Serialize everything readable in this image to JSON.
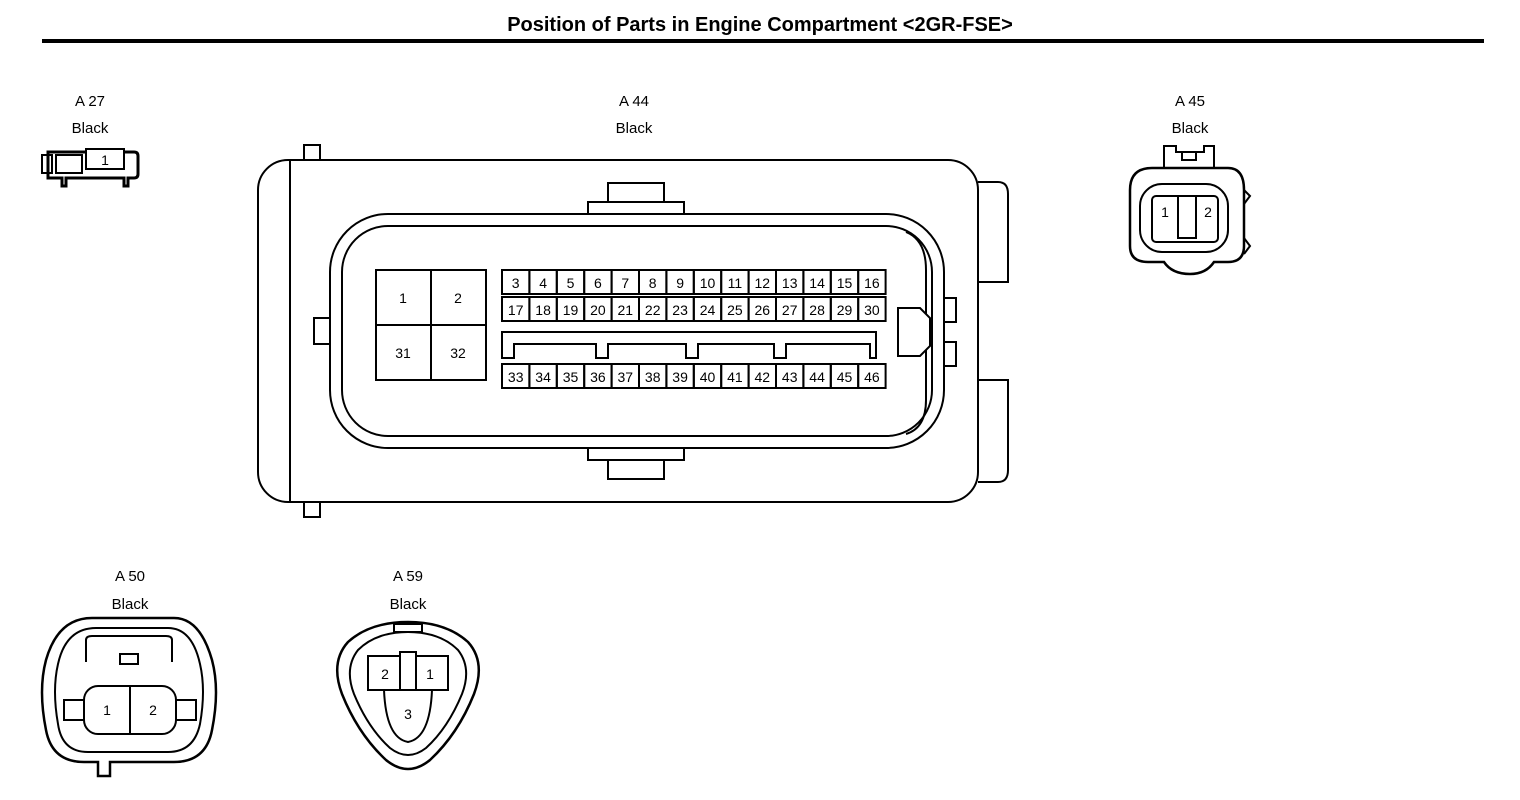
{
  "title": "Position of Parts in Engine Compartment <2GR-FSE>",
  "connectors": {
    "a27": {
      "id": "A 27",
      "color": "Black",
      "pins": [
        "1"
      ]
    },
    "a44": {
      "id": "A 44",
      "color": "Black",
      "block_pins": [
        "1",
        "2",
        "31",
        "32"
      ],
      "row1": [
        "3",
        "4",
        "5",
        "6",
        "7",
        "8",
        "9",
        "10",
        "11",
        "12",
        "13",
        "14",
        "15",
        "16"
      ],
      "row2": [
        "17",
        "18",
        "19",
        "20",
        "21",
        "22",
        "23",
        "24",
        "25",
        "26",
        "27",
        "28",
        "29",
        "30"
      ],
      "row3": [
        "33",
        "34",
        "35",
        "36",
        "37",
        "38",
        "39",
        "40",
        "41",
        "42",
        "43",
        "44",
        "45",
        "46"
      ]
    },
    "a45": {
      "id": "A 45",
      "color": "Black",
      "pins": [
        "1",
        "2"
      ]
    },
    "a50": {
      "id": "A 50",
      "color": "Black",
      "pins": [
        "1",
        "2"
      ]
    },
    "a59": {
      "id": "A 59",
      "color": "Black",
      "pins": [
        "2",
        "1",
        "3"
      ]
    }
  }
}
